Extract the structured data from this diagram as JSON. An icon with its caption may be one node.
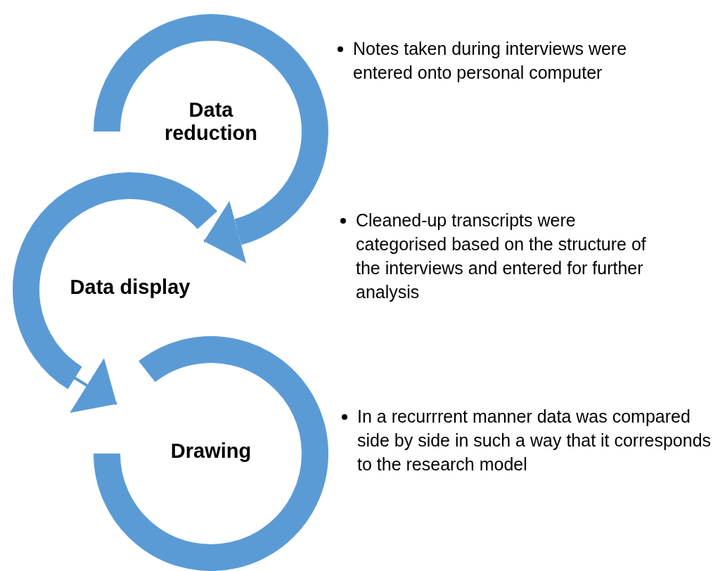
{
  "diagram": {
    "nodes": [
      {
        "text": [
          "Data reduction"
        ]
      },
      {
        "text": [
          "Data display"
        ]
      },
      {
        "text": [
          "Drawing"
        ]
      }
    ],
    "edges": [
      {
        "from": 0,
        "to": 1,
        "arrow": "to"
      },
      {
        "from": 1,
        "to": 2,
        "arrow": "to"
      }
    ],
    "labels": [
      "Notes taken during interviews were entered onto personal computer",
      "Cleaned-up transcripts were categorised based on the structure of the interviews and entered for further analysis",
      "In a recurrrent manner data was compared side by side in such a way that it corresponds to the research model"
    ]
  }
}
